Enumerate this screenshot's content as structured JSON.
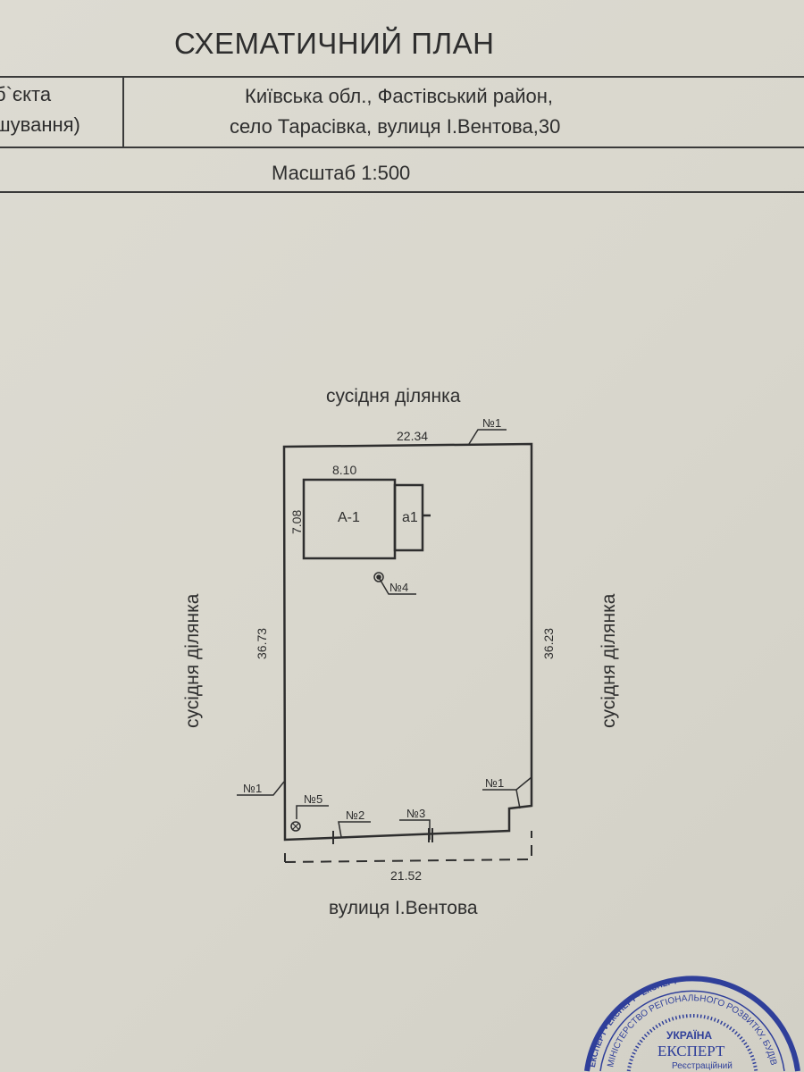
{
  "header": {
    "title": "СХЕМАТИЧНИЙ ПЛАН",
    "left_label_line1": "б`єкта",
    "left_label_line2": "шування)",
    "address_line1": "Київська обл., Фастівський район,",
    "address_line2": "село Тарасівка, вулиця І.Вентова,30",
    "scale": "Масштаб  1:500"
  },
  "plan": {
    "top_neighbor": "сусідня ділянка",
    "left_neighbor": "сусідня ділянка",
    "right_neighbor": "сусідня ділянка",
    "street": "вулиця І.Вентова",
    "dim_top": "22.34",
    "dim_left": "36.73",
    "dim_right": "36.23",
    "dim_bottom": "21.52",
    "building_width": "8.10",
    "building_depth": "7.08",
    "building_main": "А-1",
    "building_annex": "а1",
    "markers": {
      "n1_top": "№1",
      "n1_left": "№1",
      "n1_right": "№1",
      "n2": "№2",
      "n3": "№3",
      "n4": "№4",
      "n5": "№5"
    }
  },
  "stamp": {
    "outer_ring": "ЕКСПЕРТ • ЕКСПЕРТ • ЕКСПЕРТ",
    "ring_text": "МІНІСТЕРСТВО РЕГІОНАЛЬНОГО РОЗВИТКУ, БУДІВНИЦТВА ТА ЖИТЛОВО-КОМУНАЛЬНОГО ГОСПОДАРСТВА УКРАЇНИ • АТЕСТАЦІЙНА АРХІТЕКТУРНО-БУДІВЕЛЬНА КОМІСІЯ",
    "country": "УКРАЇНА",
    "center": "ЕКСПЕРТ",
    "bottom": "Реєстраційний"
  }
}
